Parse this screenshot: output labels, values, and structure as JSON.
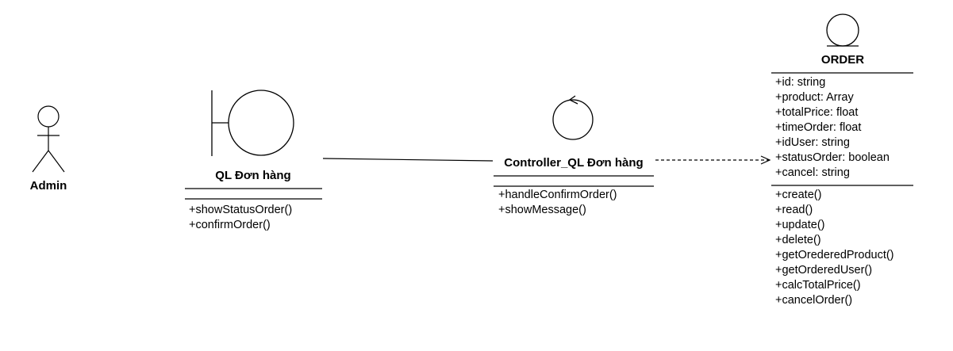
{
  "colors": {
    "stroke": "#000000",
    "background": "#ffffff"
  },
  "actor": {
    "name": "Admin"
  },
  "boundary": {
    "name": "QL Đơn hàng",
    "methods": [
      "+showStatusOrder()",
      "+confirmOrder()"
    ]
  },
  "control": {
    "name": "Controller_QL Đơn hàng",
    "methods": [
      "+handleConfirmOrder()",
      "+showMessage()"
    ]
  },
  "entity": {
    "name": "ORDER",
    "attributes": [
      "+id: string",
      "+product: Array",
      "+totalPrice: float",
      "+timeOrder: float",
      "+idUser: string",
      "+statusOrder: boolean",
      "+cancel: string"
    ],
    "methods": [
      "+create()",
      "+read()",
      "+update()",
      "+delete()",
      "+getOrederedProduct()",
      "+getOrderedUser()",
      "+calcTotalPrice()",
      "+cancelOrder()"
    ]
  }
}
